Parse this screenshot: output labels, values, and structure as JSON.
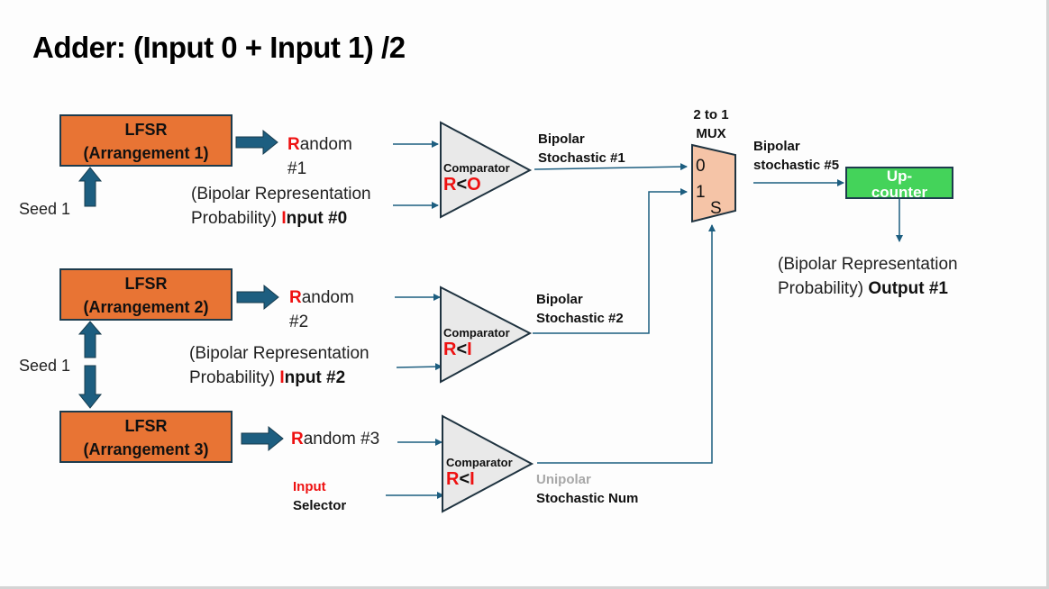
{
  "title": "Adder: (Input 0 + Input 1) /2",
  "colors": {
    "lfsr_fill": "#e87434",
    "wire": "#1d5e80",
    "arrow_fill": "#1d5e80",
    "comparator_fill": "#e9e9e9",
    "mux_fill": "#f5c4a7",
    "upcounter_fill": "#44d35a",
    "highlight_red": "#ee1111",
    "muted_gray": "#a8a8a8"
  },
  "lfsrs": [
    {
      "line1": "LFSR",
      "line2": "(Arrangement 1)"
    },
    {
      "line1": "LFSR",
      "line2": "(Arrangement 2)"
    },
    {
      "line1": "LFSR",
      "line2": "(Arrangement 3)"
    }
  ],
  "seeds": [
    {
      "label": "Seed 1"
    },
    {
      "label": "Seed 1"
    }
  ],
  "randoms": [
    {
      "first": "R",
      "rest": "andom",
      "suffix": "#1"
    },
    {
      "first": "R",
      "rest": "andom",
      "suffix": "#2"
    },
    {
      "first": "R",
      "rest": "andom #3",
      "suffix": ""
    }
  ],
  "inputs": [
    {
      "line1": "(Bipolar Representation",
      "line2_prefix": "Probability) ",
      "first": "I",
      "rest": "nput #0"
    },
    {
      "line1": "(Bipolar Representation",
      "line2_prefix": "Probability) ",
      "first": "I",
      "rest": "nput #2"
    }
  ],
  "input_selector": {
    "line1": "Input",
    "line2": "Selector"
  },
  "comparators": [
    {
      "label": "Comparator",
      "rel_a": "R",
      "rel_op": "<",
      "rel_b": "O"
    },
    {
      "label": "Comparator",
      "rel_a": "R",
      "rel_op": "<",
      "rel_b": "I"
    },
    {
      "label": "Comparator",
      "rel_a": "R",
      "rel_op": "<",
      "rel_b": "I"
    }
  ],
  "comparator_outputs": [
    {
      "line1": "Bipolar",
      "line2": "Stochastic #1"
    },
    {
      "line1": "Bipolar",
      "line2": "Stochastic #2"
    },
    {
      "line1": "Unipolar",
      "line2": "Stochastic Num"
    }
  ],
  "mux": {
    "title_line1": "2 to 1",
    "title_line2": "MUX",
    "in0": "0",
    "in1": "1",
    "sel": "S"
  },
  "mux_output": {
    "line1": "Bipolar",
    "line2": "stochastic #5"
  },
  "upcounter": {
    "line1": "Up-",
    "line2": "counter"
  },
  "output": {
    "line1": "(Bipolar Representation",
    "line2_prefix": "Probability) ",
    "bold": "Output #1"
  }
}
